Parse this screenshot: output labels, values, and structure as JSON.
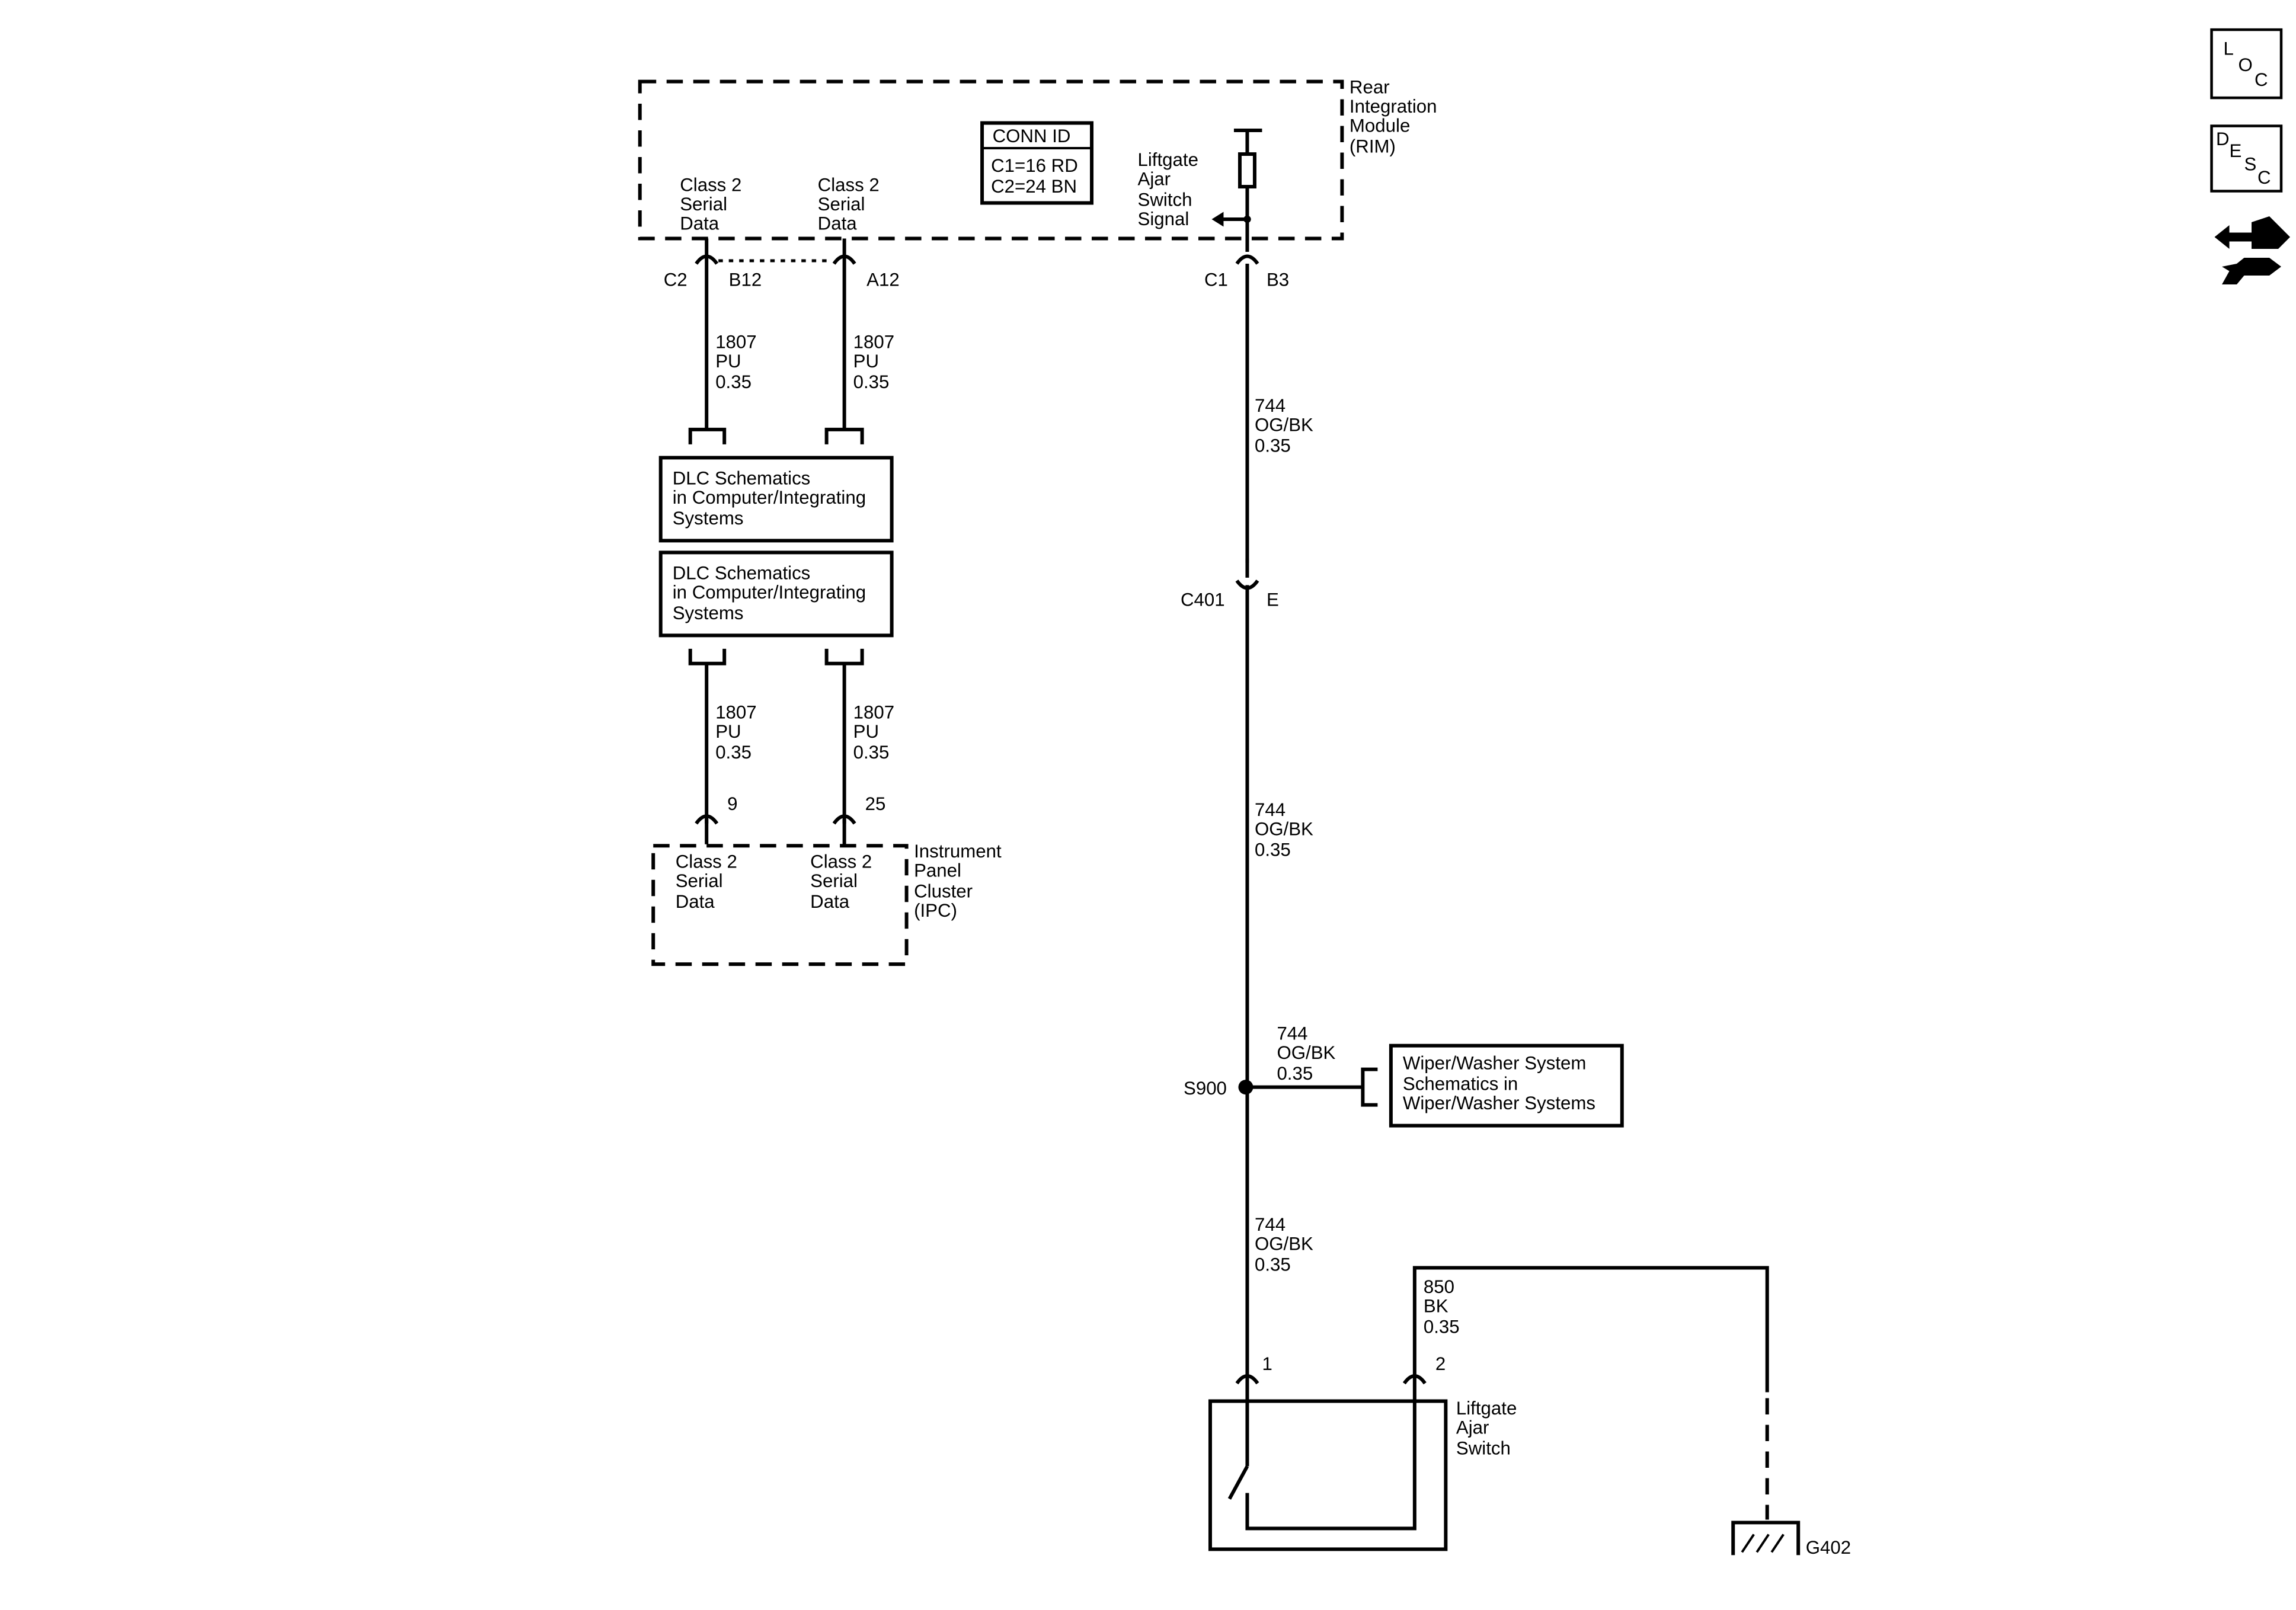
{
  "rim": {
    "title": [
      "Rear",
      "Integration",
      "Module",
      "(RIM)"
    ],
    "pin_left_label": [
      "Class 2",
      "Serial",
      "Data"
    ],
    "pin_right_label": [
      "Class 2",
      "Serial",
      "Data"
    ],
    "switch_signal_label": [
      "Liftgate",
      "Ajar",
      "Switch",
      "Signal"
    ]
  },
  "conn_id": {
    "header": "CONN ID",
    "line1": "C1=16 RD",
    "line2": "C2=24 BN"
  },
  "connectors": {
    "c2": "C2",
    "b12": "B12",
    "a12": "A12",
    "c1": "C1",
    "b3": "B3",
    "c401": "C401",
    "e": "E",
    "pin9": "9",
    "pin25": "25",
    "sw_pin1": "1",
    "sw_pin2": "2",
    "splice": "S900",
    "ground": "G402"
  },
  "wires": {
    "w1807": [
      "1807",
      "PU",
      "0.35"
    ],
    "w744": [
      "744",
      "OG/BK",
      "0.35"
    ],
    "w850": [
      "850",
      "BK",
      "0.35"
    ]
  },
  "dlc_box": [
    "DLC Schematics",
    "in Computer/Integrating",
    "Systems"
  ],
  "ipc": {
    "title": [
      "Instrument",
      "Panel",
      "Cluster",
      "(IPC)"
    ],
    "pin_left_label": [
      "Class 2",
      "Serial",
      "Data"
    ],
    "pin_right_label": [
      "Class 2",
      "Serial",
      "Data"
    ]
  },
  "wiper_box": [
    "Wiper/Washer System",
    "Schematics in",
    "Wiper/Washer Systems"
  ],
  "switch": {
    "title": [
      "Liftgate",
      "Ajar",
      "Switch"
    ]
  },
  "side_icons": {
    "loc": [
      "L",
      "O",
      "C"
    ],
    "desc": [
      "D",
      "E",
      "S",
      "C"
    ],
    "icons": [
      "loc-icon",
      "desc-icon",
      "flip-arrow-icon"
    ]
  }
}
